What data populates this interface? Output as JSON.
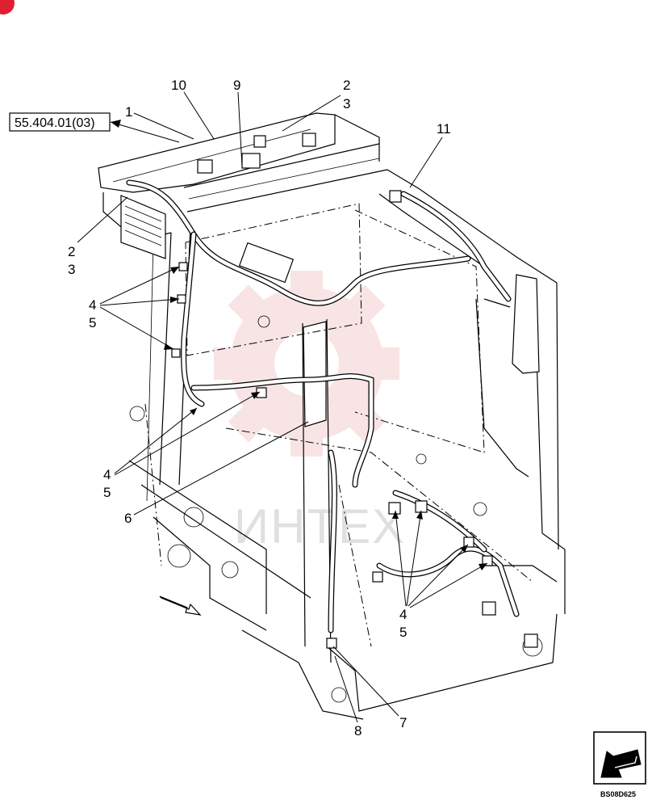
{
  "reference": {
    "label": "55.404.01(03)"
  },
  "callouts": {
    "c1": "1",
    "c10": "10",
    "c9": "9",
    "c2_top": "2",
    "c3_top": "3",
    "c11": "11",
    "c2_left": "2",
    "c3_left": "3",
    "c4_a": "4",
    "c5_a": "5",
    "c4_b": "4",
    "c5_b": "5",
    "c6": "6",
    "c4_c": "4",
    "c5_c": "5",
    "c7": "7",
    "c8": "8"
  },
  "watermark": {
    "text": "ИНТЕХ",
    "color": "#e8a0a0"
  },
  "corner_badge": {
    "color": "#e02030"
  },
  "drawing_code": "BS08D625",
  "icons": {
    "view_direction": "arrow-icon",
    "nav": "next-page-arrow-icon"
  }
}
